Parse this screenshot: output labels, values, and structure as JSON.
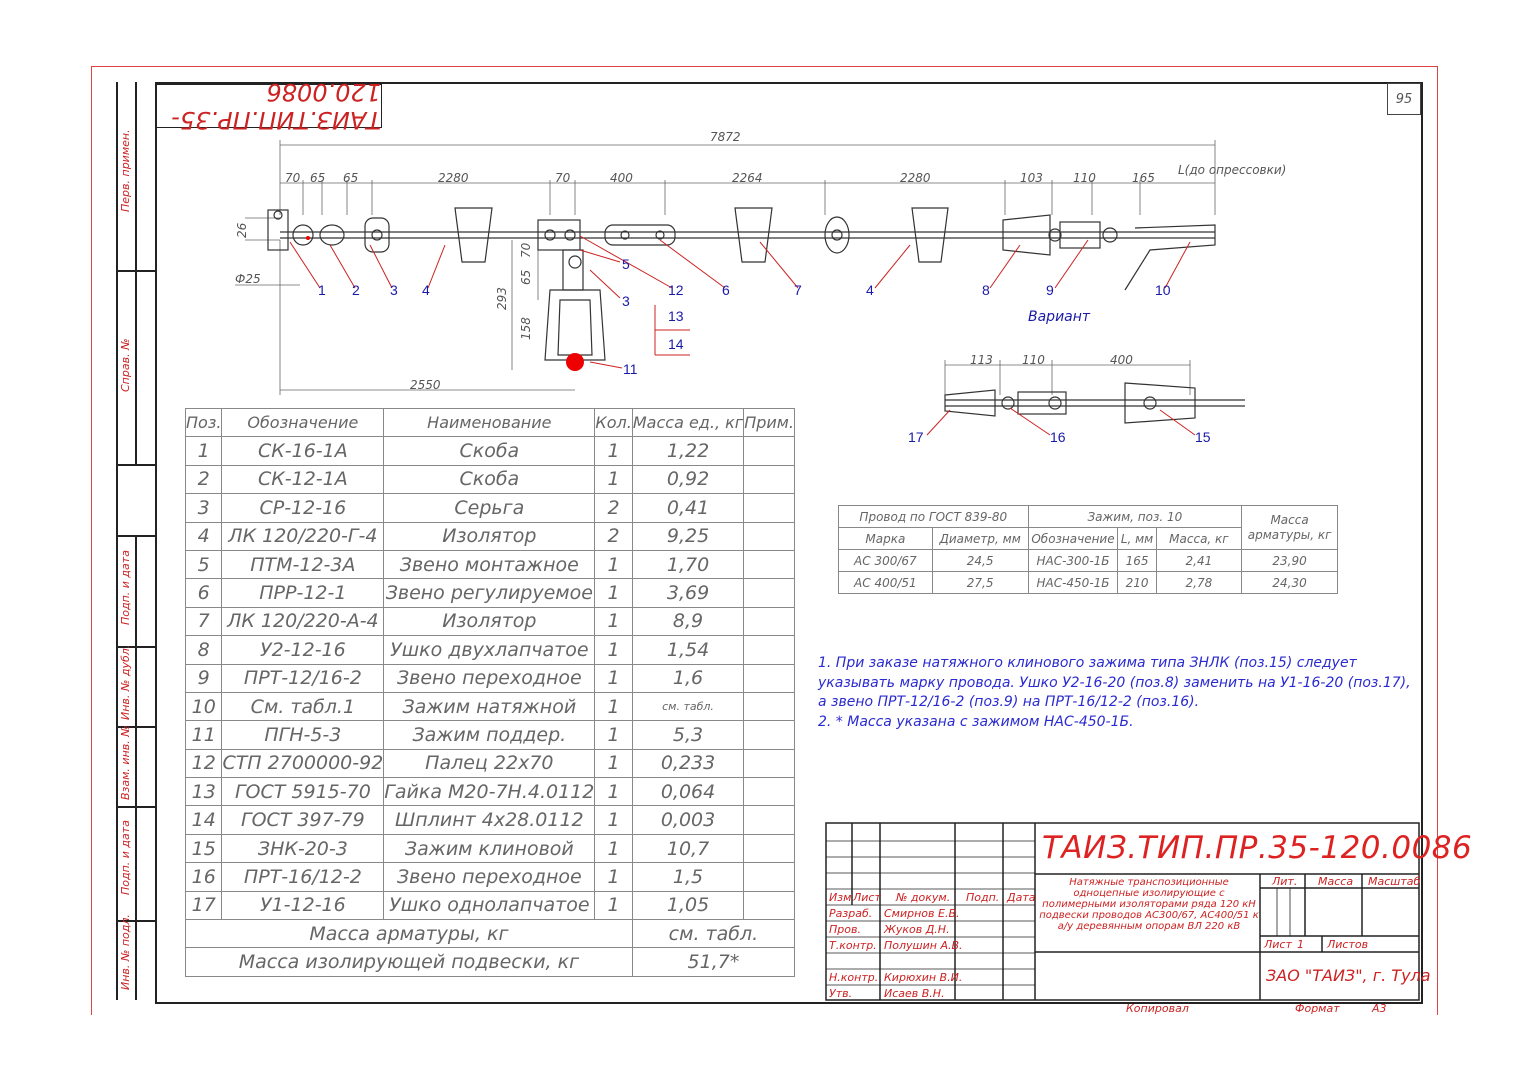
{
  "drawing_code": "ТАИЗ.ТИП.ПР.35-120.0086",
  "sheet_number": "95",
  "side_labels": {
    "perv_primen": "Перв. примен.",
    "sprav_no": "Справ. №",
    "podp_data_1": "Подп. и дата",
    "inv_dubl": "Инв. № дубл.",
    "vzam_inv": "Взам. инв. №",
    "podp_data_2": "Подп. и дата",
    "inv_podl": "Инв. № подл."
  },
  "dimensions": {
    "total": "7872",
    "d70a": "70",
    "d65a": "65",
    "d65b": "65",
    "d2280a": "2280",
    "d70b": "70",
    "d400": "400",
    "d2264": "2264",
    "d2280b": "2280",
    "d103": "103",
    "d110": "110",
    "d165": "165",
    "l_label": "L(до опрессовки)",
    "d26": "26",
    "d25": "Ф25",
    "d65c": "65",
    "d70c": "70",
    "d293": "293",
    "d158": "158",
    "d2550": "2550",
    "v113": "113",
    "v110": "110",
    "v400": "400"
  },
  "variant_label": "Вариант",
  "positions": [
    "1",
    "2",
    "3",
    "4",
    "5",
    "12",
    "6",
    "7",
    "4",
    "8",
    "9",
    "10",
    "3",
    "13",
    "14",
    "11",
    "17",
    "16",
    "15"
  ],
  "spec_table": {
    "headers": [
      "Поз.",
      "Обозначение",
      "Наименование",
      "Кол.",
      "Масса ед., кг",
      "Прим."
    ],
    "rows": [
      [
        "1",
        "СК-16-1А",
        "Скоба",
        "1",
        "1,22",
        ""
      ],
      [
        "2",
        "СК-12-1А",
        "Скоба",
        "1",
        "0,92",
        ""
      ],
      [
        "3",
        "СР-12-16",
        "Серьга",
        "2",
        "0,41",
        ""
      ],
      [
        "4",
        "ЛК 120/220-Г-4",
        "Изолятор",
        "2",
        "9,25",
        ""
      ],
      [
        "5",
        "ПТМ-12-3А",
        "Звено монтажное",
        "1",
        "1,70",
        ""
      ],
      [
        "6",
        "ПРР-12-1",
        "Звено регулируемое",
        "1",
        "3,69",
        ""
      ],
      [
        "7",
        "ЛК 120/220-А-4",
        "Изолятор",
        "1",
        "8,9",
        ""
      ],
      [
        "8",
        "У2-12-16",
        "Ушко двухлапчатое",
        "1",
        "1,54",
        ""
      ],
      [
        "9",
        "ПРТ-12/16-2",
        "Звено переходное",
        "1",
        "1,6",
        ""
      ],
      [
        "10",
        "См. табл.1",
        "Зажим натяжной",
        "1",
        "см. табл.",
        ""
      ],
      [
        "11",
        "ПГН-5-3",
        "Зажим поддер.",
        "1",
        "5,3",
        ""
      ],
      [
        "12",
        "СТП 2700000-92",
        "Палец 22х70",
        "1",
        "0,233",
        ""
      ],
      [
        "13",
        "ГОСТ 5915-70",
        "Гайка М20-7Н.4.0112",
        "1",
        "0,064",
        ""
      ],
      [
        "14",
        "ГОСТ 397-79",
        "Шплинт 4х28.0112",
        "1",
        "0,003",
        ""
      ],
      [
        "15",
        "ЗНК-20-3",
        "Зажим клиновой",
        "1",
        "10,7",
        ""
      ],
      [
        "16",
        "ПРТ-16/12-2",
        "Звено переходное",
        "1",
        "1,5",
        ""
      ],
      [
        "17",
        "У1-12-16",
        "Ушко однолапчатое",
        "1",
        "1,05",
        ""
      ]
    ],
    "mass_fittings_label": "Масса арматуры, кг",
    "mass_fittings_value": "см. табл.",
    "mass_suspension_label": "Масса изолирующей подвески, кг",
    "mass_suspension_value": "51,7*"
  },
  "wire_table": {
    "h_wire": "Провод по ГОСТ 839-80",
    "h_clamp": "Зажим, поз. 10",
    "h_mass": "Масса арматуры, кг",
    "h_mark": "Марка",
    "h_diam": "Диаметр, мм",
    "h_desig": "Обозначение",
    "h_l": "L, мм",
    "h_clmass": "Масса, кг",
    "rows": [
      [
        "АС 300/67",
        "24,5",
        "НАС-300-1Б",
        "165",
        "2,41",
        "23,90"
      ],
      [
        "АС 400/51",
        "27,5",
        "НАС-450-1Б",
        "210",
        "2,78",
        "24,30"
      ]
    ]
  },
  "notes": [
    "1. При заказе натяжного клинового зажима типа ЗНЛК (поз.15) следует",
    "указывать марку провода. Ушко У2-16-20 (поз.8) заменить на У1-16-20 (поз.17),",
    "а звено ПРТ-12/16-2 (поз.9) на ПРТ-16/12-2 (поз.16).",
    "2. * Масса указана с зажимом НАС-450-1Б."
  ],
  "stamp": {
    "code": "ТАИЗ.ТИП.ПР.35-120.0086",
    "description": "Натяжные транспозиционные одноцепные изолирующие с полимерными изоляторами ряда 120 кН подвески проводов АС300/67, АС400/51 к а/у деревянным опорам ВЛ 220 кВ",
    "h_izm": "Изм",
    "h_list": "Лист",
    "h_doc": "№ докум.",
    "h_podp": "Подп.",
    "h_date": "Дата",
    "razrab": "Разраб.",
    "razrab_name": "Смирнов Е.В.",
    "prov": "Пров.",
    "prov_name": "Жуков Д.Н.",
    "tkontr": "Т.контр.",
    "tkontr_name": "Полушин А.В.",
    "nkontr": "Н.контр.",
    "nkontr_name": "Кирюхин В.И.",
    "utv": "Утв.",
    "utv_name": "Исаев В.Н.",
    "lit": "Лит.",
    "massa": "Масса",
    "masshtab": "Масштаб",
    "sheet": "Лист",
    "sheet_num": "1",
    "sheets": "Листов",
    "company": "ЗАО \"ТАИЗ\", г. Тула",
    "copied": "Копировал",
    "format_label": "Формат",
    "format_value": "А3"
  }
}
